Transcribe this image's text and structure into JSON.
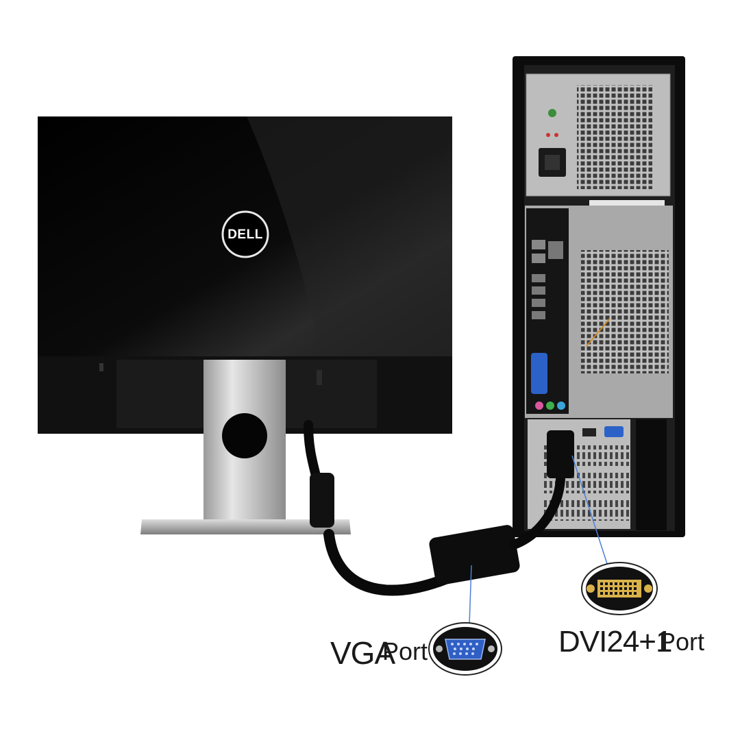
{
  "monitor": {
    "brand": "DELL"
  },
  "labels": {
    "vga_main": "VGA",
    "vga_port": "Port",
    "dvi_main": "DVI24+1",
    "dvi_port": "Port"
  },
  "icons": [
    "vga-port-icon",
    "dvi-port-icon"
  ],
  "colors": {
    "monitor": "#0d0d0d",
    "stand": "#c8c8c8",
    "tower_panel": "#b9b9b9",
    "cable": "#0a0a0a",
    "callout_line": "#4a7fd8",
    "vga_connector": "#2f5fc4",
    "dvi_connector": "#d9b24a"
  }
}
